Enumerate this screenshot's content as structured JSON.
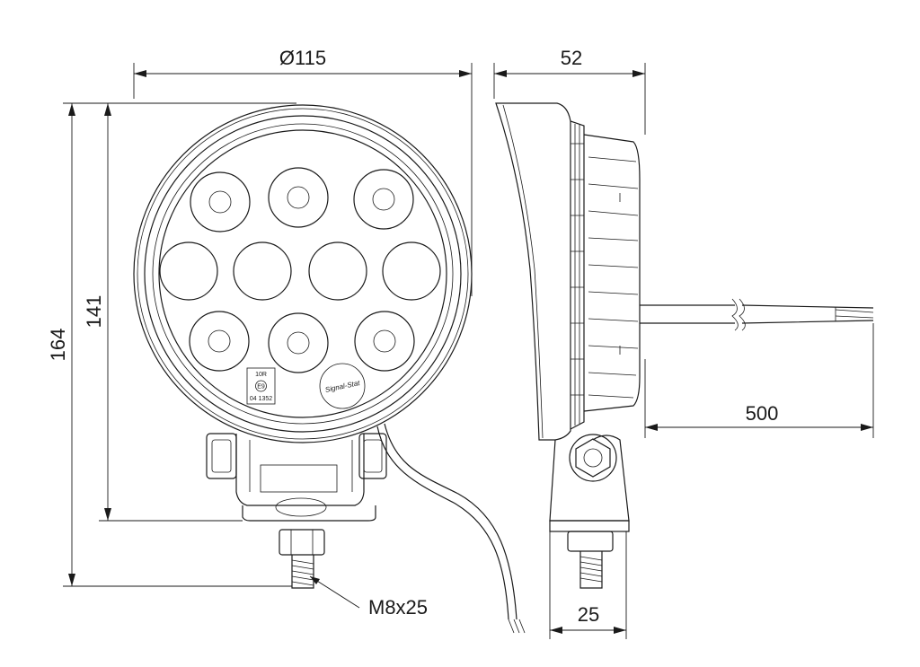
{
  "dimensions": {
    "diameter": "Ø115",
    "depth": "52",
    "total_height": "164",
    "body_height": "141",
    "cable_length": "500",
    "bracket_width": "25",
    "bolt": "M8x25"
  },
  "label": {
    "class": "10R",
    "approval_mark": "E9",
    "approval_number": "04 1352",
    "logo": "Signal-Stat"
  },
  "colors": {
    "line": "#1a1a1a",
    "background": "#ffffff"
  }
}
